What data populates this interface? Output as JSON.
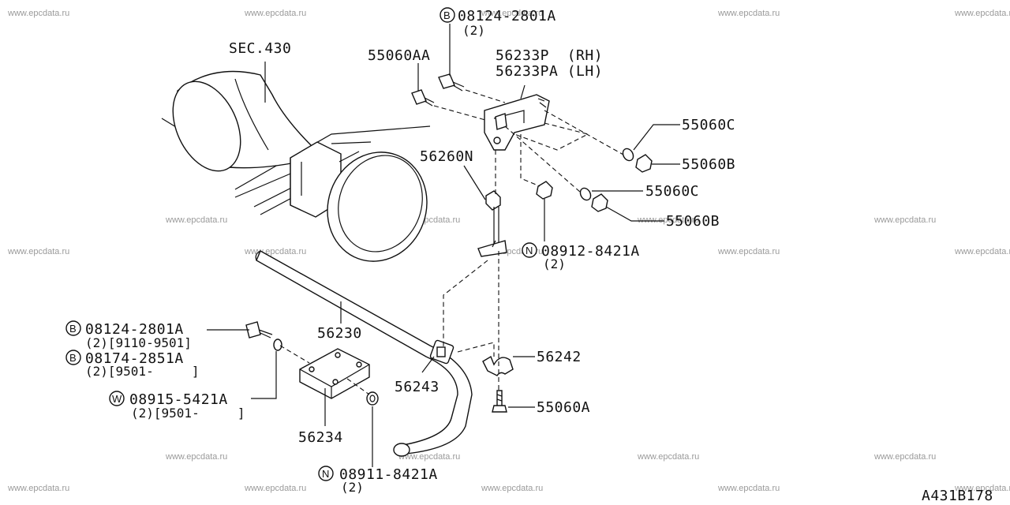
{
  "watermark": "www.epcdata.ru",
  "diagram_code": "A431B178",
  "labels": {
    "sec": "SEC.430",
    "bolt_b_top": "08124-2801A",
    "bolt_b_top_qty": "(2)",
    "circle_b": "B",
    "circle_n": "N",
    "circle_w": "W",
    "p55060AA": "55060AA",
    "p56233P": "56233P  (RH)",
    "p56233PA": "56233PA (LH)",
    "p55060C_1": "55060C",
    "p55060B_1": "55060B",
    "p56260N": "56260N",
    "p55060C_2": "55060C",
    "p55060B_2": "55060B",
    "nut_n_mid": "08912-8421A",
    "nut_n_mid_qty": "(2)",
    "bolt_b_left1": "08124-2801A",
    "bolt_b_left1_qty": "(2)[9110-9501]",
    "bolt_b_left2": "08174-2851A",
    "bolt_b_left2_qty": "(2)[9501-     ]",
    "p56230": "56230",
    "washer_w": "08915-5421A",
    "washer_w_qty": "(2)[9501-     ]",
    "p56243": "56243",
    "p56242": "56242",
    "p55060A": "55060A",
    "p56234": "56234",
    "nut_n_bottom": "08911-8421A",
    "nut_n_bottom_qty": "(2)"
  }
}
